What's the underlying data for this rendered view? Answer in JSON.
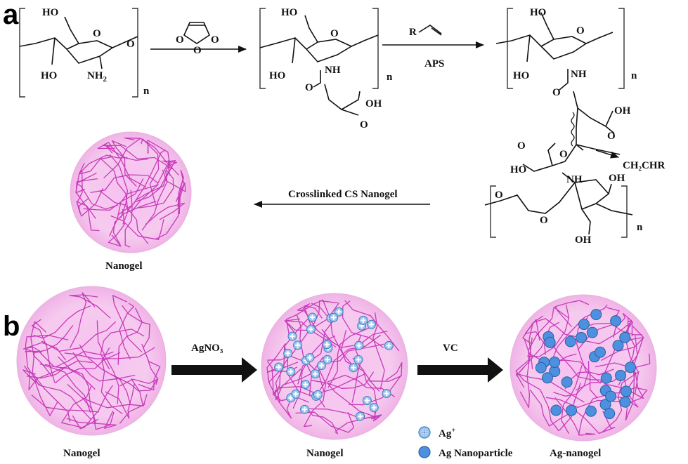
{
  "panels": {
    "a": "a",
    "b": "b"
  },
  "reaction_a": {
    "chitosan_labels": {
      "ho_top": "HO",
      "o_ring": "O",
      "ho_left": "HO",
      "nh2": "NH",
      "nh2_sub": "2",
      "n": "n"
    },
    "maleic_anhydride_o": [
      "O",
      "O",
      "O"
    ],
    "intermediate_labels": {
      "ho_top": "HO",
      "o_ring": "O",
      "ho_left": "HO",
      "nh": "NH",
      "o_carbonyl": "O",
      "oh": "OH",
      "o_acid": "O",
      "n": "n"
    },
    "reagent_r": "R",
    "reagent_aps": "APS",
    "product_labels": {
      "ho_top": "HO",
      "o_ring": "O",
      "ho_left": "HO",
      "nh_top": "NH",
      "o_top": "O",
      "oh_right": "OH",
      "o_right": "O",
      "ch2chr": "CH₂CHR",
      "o_left_acid": "O",
      "ho_left_acid": "HO",
      "o_mid": "O",
      "nh_bottom": "NH",
      "oh_bottom_right": "OH",
      "o_bottom_ring": "O",
      "o_bottom_left": "O",
      "oh_bottom": "OH",
      "n_top": "n",
      "n_bottom": "n"
    },
    "crosslink_label": "Crosslinked CS Nanogel",
    "nanogel_label": "Nanogel"
  },
  "reaction_b": {
    "step1_reagent": "AgNO₃",
    "step2_reagent": "VC",
    "stage_labels": [
      "Nanogel",
      "Nanogel",
      "Ag-nanogel"
    ],
    "legend": {
      "ag_ion": "Ag",
      "ag_ion_sup": "+",
      "ag_nanoparticle": "Ag Nanoparticle"
    }
  },
  "colors": {
    "gel_fill": "#f4c6ec",
    "fiber": "#c63bb8",
    "ion_fill": "#9cc6ec",
    "particle_fill": "#4d90e0"
  }
}
